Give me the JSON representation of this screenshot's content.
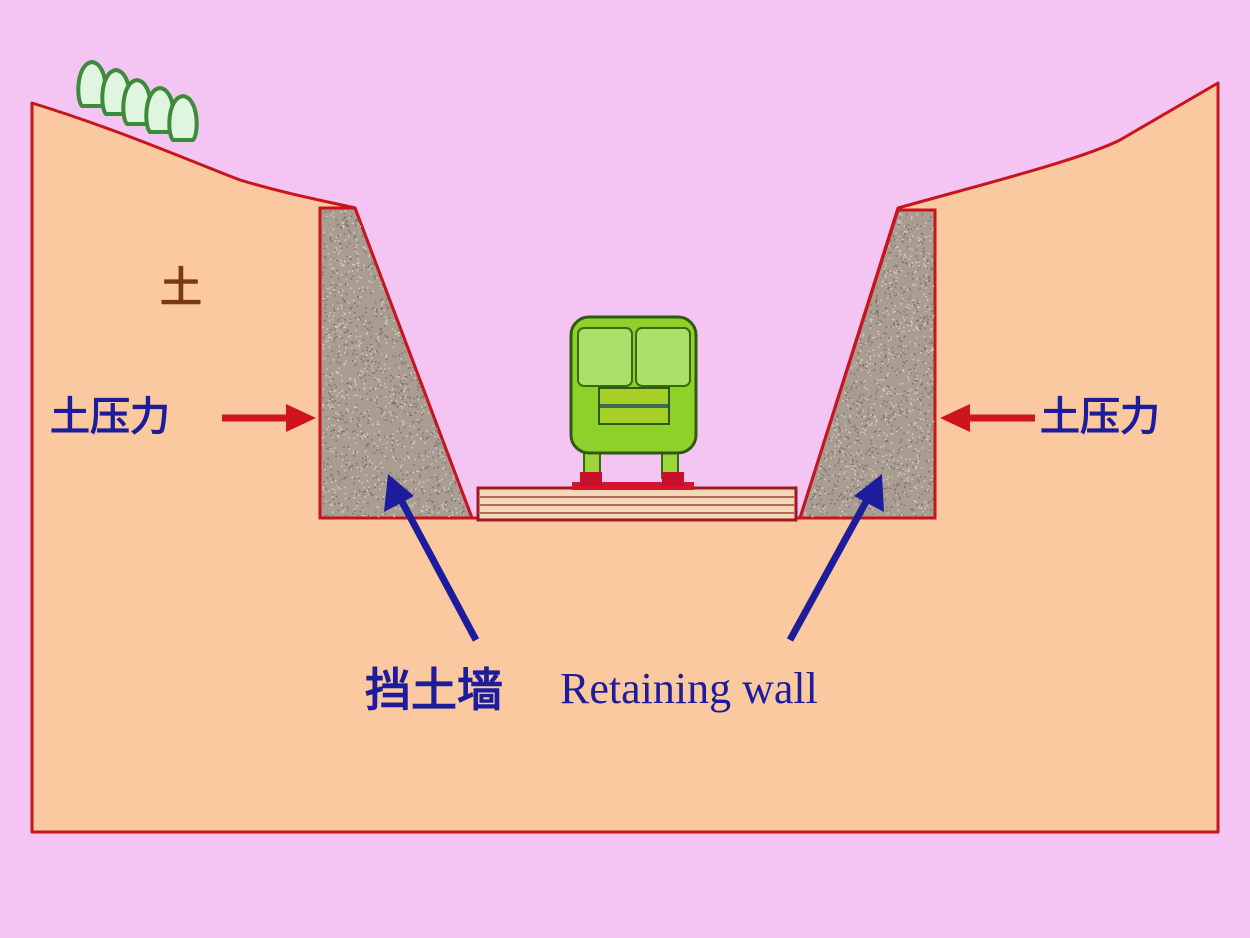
{
  "labels": {
    "soil": "土",
    "earth_pressure_left": "土压力",
    "earth_pressure_right": "土压力",
    "wall_cn": "挡土墙",
    "wall_en": "Retaining wall"
  },
  "colors": {
    "background": "#f4c4f2",
    "soil": "#fbc99f",
    "outline": "#c8141e",
    "wall": "#a99d92",
    "label_blue": "#1c1c9c",
    "pressure_arrow": "#d0141c",
    "train": "#8fd12a",
    "soil_label": "#7a3a10"
  }
}
